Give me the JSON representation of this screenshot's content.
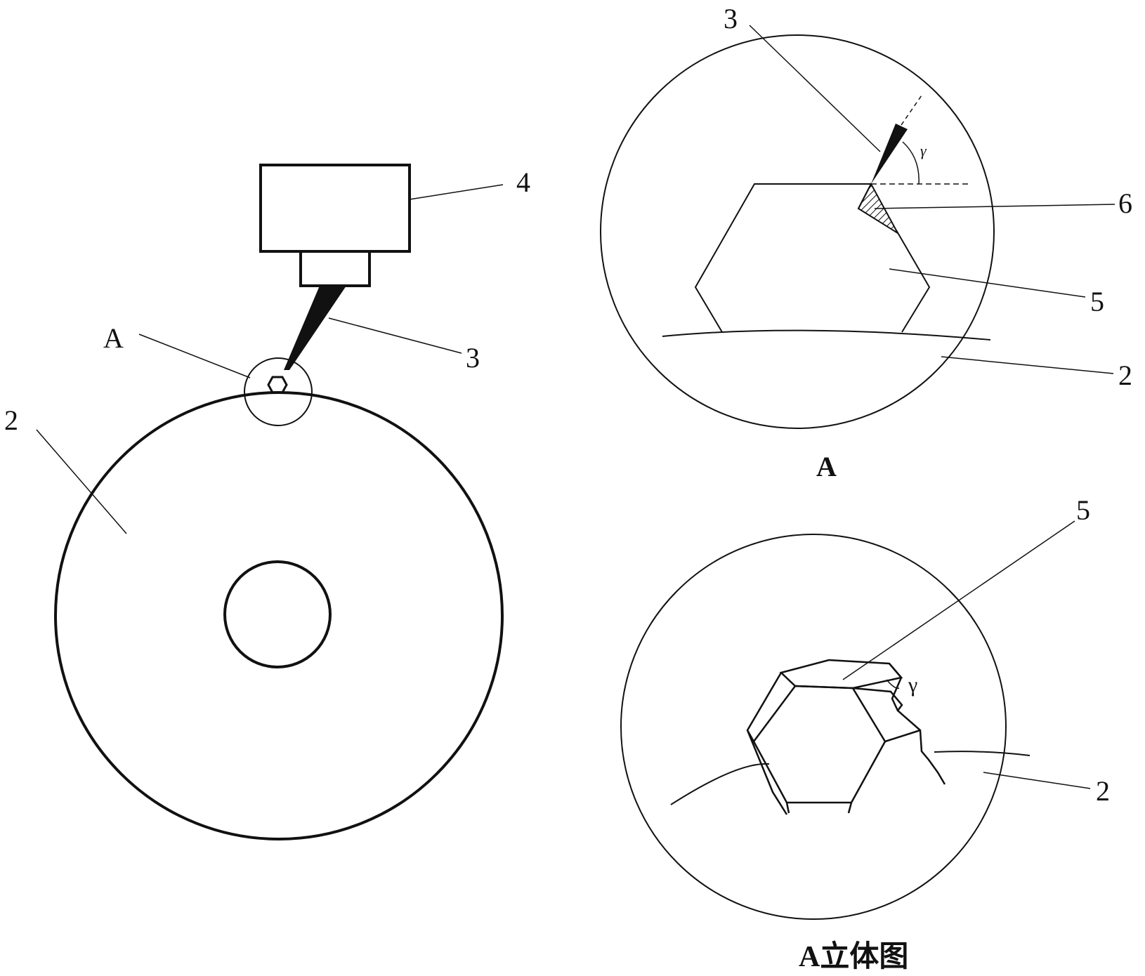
{
  "main_view": {
    "label_2": "2",
    "label_3": "3",
    "label_4": "4",
    "label_A": "A"
  },
  "detail_A": {
    "label_3": "3",
    "label_6": "6",
    "label_5": "5",
    "label_2": "2",
    "angle_symbol": "γ",
    "caption": "A"
  },
  "detail_A_3d": {
    "label_5": "5",
    "label_2": "2",
    "angle_symbol": "γ",
    "caption": "A立体图"
  }
}
